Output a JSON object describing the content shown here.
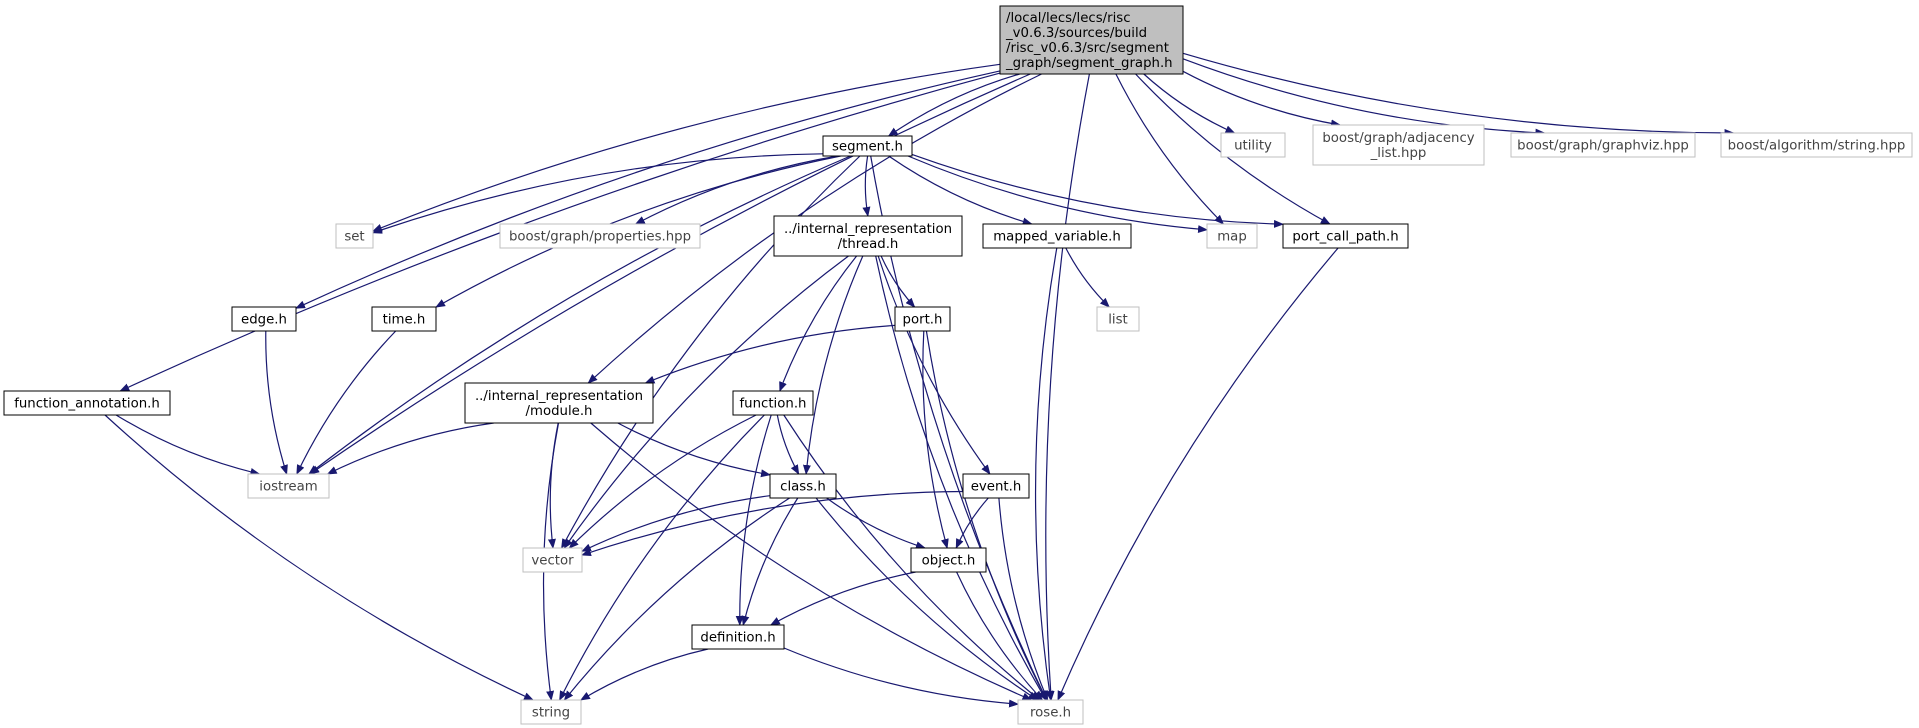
{
  "root": {
    "lines": [
      "/local/lecs/lecs/risc",
      "_v0.6.3/sources/build",
      "/risc_v0.6.3/src/segment",
      "_graph/segment_graph.h"
    ],
    "fill": "#bfbfbf"
  },
  "colors": {
    "edge": "#191970",
    "node_border": "#000000",
    "external_border": "#bfbfbf",
    "background": "#ffffff"
  },
  "nodes": [
    {
      "id": "segment",
      "lines": [
        "segment.h"
      ],
      "kind": "header"
    },
    {
      "id": "utility",
      "lines": [
        "utility"
      ],
      "kind": "external"
    },
    {
      "id": "adjacency",
      "lines": [
        "boost/graph/adjacency",
        "_list.hpp"
      ],
      "kind": "external"
    },
    {
      "id": "graphviz",
      "lines": [
        "boost/graph/graphviz.hpp"
      ],
      "kind": "external"
    },
    {
      "id": "algostring",
      "lines": [
        "boost/algorithm/string.hpp"
      ],
      "kind": "external"
    },
    {
      "id": "set",
      "lines": [
        "set"
      ],
      "kind": "external"
    },
    {
      "id": "properties",
      "lines": [
        "boost/graph/properties.hpp"
      ],
      "kind": "external"
    },
    {
      "id": "thread",
      "lines": [
        "../internal_representation",
        "/thread.h"
      ],
      "kind": "header"
    },
    {
      "id": "mapped",
      "lines": [
        "mapped_variable.h"
      ],
      "kind": "header"
    },
    {
      "id": "map",
      "lines": [
        "map"
      ],
      "kind": "external"
    },
    {
      "id": "portcall",
      "lines": [
        "port_call_path.h"
      ],
      "kind": "header"
    },
    {
      "id": "edge",
      "lines": [
        "edge.h"
      ],
      "kind": "header"
    },
    {
      "id": "time",
      "lines": [
        "time.h"
      ],
      "kind": "header"
    },
    {
      "id": "port",
      "lines": [
        "port.h"
      ],
      "kind": "header"
    },
    {
      "id": "list",
      "lines": [
        "list"
      ],
      "kind": "external"
    },
    {
      "id": "funcann",
      "lines": [
        "function_annotation.h"
      ],
      "kind": "header"
    },
    {
      "id": "module",
      "lines": [
        "../internal_representation",
        "/module.h"
      ],
      "kind": "header"
    },
    {
      "id": "function",
      "lines": [
        "function.h"
      ],
      "kind": "header"
    },
    {
      "id": "iostream",
      "lines": [
        "iostream"
      ],
      "kind": "external"
    },
    {
      "id": "class",
      "lines": [
        "class.h"
      ],
      "kind": "header"
    },
    {
      "id": "event",
      "lines": [
        "event.h"
      ],
      "kind": "header"
    },
    {
      "id": "vector",
      "lines": [
        "vector"
      ],
      "kind": "external"
    },
    {
      "id": "object",
      "lines": [
        "object.h"
      ],
      "kind": "header"
    },
    {
      "id": "definition",
      "lines": [
        "definition.h"
      ],
      "kind": "header"
    },
    {
      "id": "string",
      "lines": [
        "string"
      ],
      "kind": "external"
    },
    {
      "id": "rose",
      "lines": [
        "rose.h"
      ],
      "kind": "external"
    }
  ],
  "edges": [
    [
      "root",
      "segment"
    ],
    [
      "root",
      "utility"
    ],
    [
      "root",
      "adjacency"
    ],
    [
      "root",
      "graphviz"
    ],
    [
      "root",
      "algostring"
    ],
    [
      "root",
      "set"
    ],
    [
      "root",
      "map"
    ],
    [
      "root",
      "portcall"
    ],
    [
      "root",
      "rose"
    ],
    [
      "root",
      "edge"
    ],
    [
      "root",
      "funcann"
    ],
    [
      "root",
      "iostream"
    ],
    [
      "root",
      "module"
    ],
    [
      "segment",
      "set"
    ],
    [
      "segment",
      "properties"
    ],
    [
      "segment",
      "thread"
    ],
    [
      "segment",
      "mapped"
    ],
    [
      "segment",
      "map"
    ],
    [
      "segment",
      "portcall"
    ],
    [
      "segment",
      "time"
    ],
    [
      "segment",
      "iostream"
    ],
    [
      "segment",
      "vector"
    ],
    [
      "segment",
      "rose"
    ],
    [
      "thread",
      "port"
    ],
    [
      "thread",
      "function"
    ],
    [
      "thread",
      "class"
    ],
    [
      "thread",
      "event"
    ],
    [
      "thread",
      "vector"
    ],
    [
      "thread",
      "rose"
    ],
    [
      "mapped",
      "list"
    ],
    [
      "mapped",
      "rose"
    ],
    [
      "portcall",
      "rose"
    ],
    [
      "edge",
      "iostream"
    ],
    [
      "time",
      "iostream"
    ],
    [
      "port",
      "module"
    ],
    [
      "port",
      "object"
    ],
    [
      "port",
      "rose"
    ],
    [
      "funcann",
      "iostream"
    ],
    [
      "funcann",
      "string"
    ],
    [
      "module",
      "iostream"
    ],
    [
      "module",
      "vector"
    ],
    [
      "module",
      "string"
    ],
    [
      "module",
      "class"
    ],
    [
      "module",
      "rose"
    ],
    [
      "function",
      "vector"
    ],
    [
      "function",
      "string"
    ],
    [
      "function",
      "class"
    ],
    [
      "function",
      "definition"
    ],
    [
      "function",
      "rose"
    ],
    [
      "class",
      "vector"
    ],
    [
      "class",
      "string"
    ],
    [
      "class",
      "object"
    ],
    [
      "class",
      "definition"
    ],
    [
      "class",
      "rose"
    ],
    [
      "event",
      "vector"
    ],
    [
      "event",
      "object"
    ],
    [
      "event",
      "rose"
    ],
    [
      "object",
      "definition"
    ],
    [
      "object",
      "rose"
    ],
    [
      "definition",
      "string"
    ],
    [
      "definition",
      "rose"
    ]
  ]
}
